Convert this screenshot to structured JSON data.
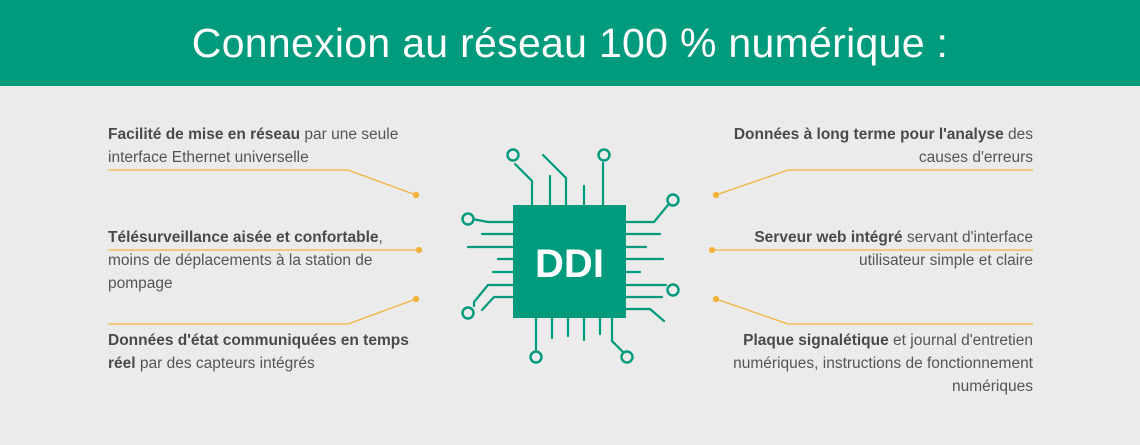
{
  "title": "Connexion au réseau 100 % numérique :",
  "chip_label": "DDI",
  "colors": {
    "accent": "#009b7c",
    "leader": "#f2b33d",
    "background": "#ebebeb"
  },
  "features": [
    {
      "bold": "Facilité de mise en réseau",
      "text": " par une seule interface Ethernet universelle"
    },
    {
      "bold": "Télésurveillance aisée et confortable",
      "text": ", moins de déplacements à la station de pompage"
    },
    {
      "bold": "Données d'état communiquées en temps réel",
      "text": " par des capteurs intégrés"
    },
    {
      "bold": "Données à long terme pour l'analyse",
      "text": " des causes d'erreurs"
    },
    {
      "bold": "Serveur web intégré",
      "text": " servant d'interface utilisateur simple et claire"
    },
    {
      "bold": "Plaque signalétique",
      "text": " et journal d'entretien numériques, instructions de fonctionnement numériques"
    }
  ]
}
